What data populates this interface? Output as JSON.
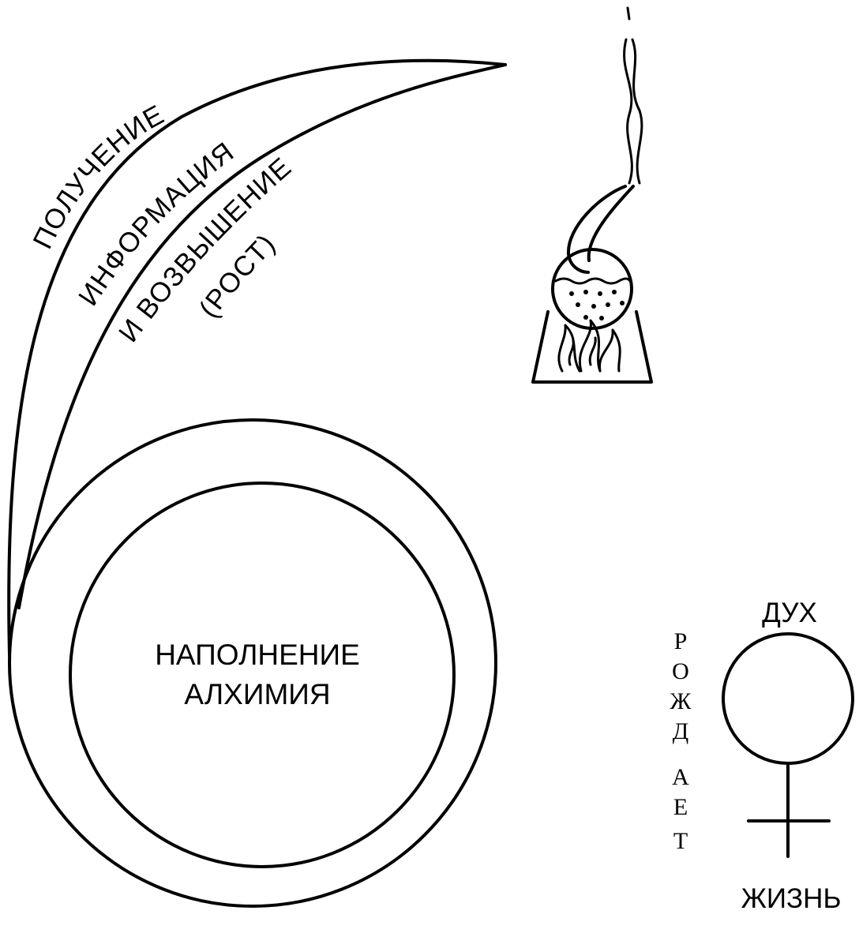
{
  "arc_labels": {
    "line1": "ПОЛУЧЕНИЕ",
    "line2": "ИНФОРМАЦИЯ",
    "line3": "И ВОЗВЫШЕНИЕ",
    "line4": "(РОСТ)"
  },
  "center_labels": {
    "line1": "НАПОЛНЕНИЕ",
    "line2": "АЛХИМИЯ"
  },
  "symbol_labels": {
    "top": "ДУХ",
    "bottom": "ЖИЗНЬ",
    "vertical_letters": [
      "Р",
      "О",
      "Ж",
      "Д",
      "А",
      "Е",
      "Т"
    ]
  },
  "icons": {
    "alembic": "alembic-over-fire-icon",
    "venus_symbol": "venus-symbol-icon"
  }
}
